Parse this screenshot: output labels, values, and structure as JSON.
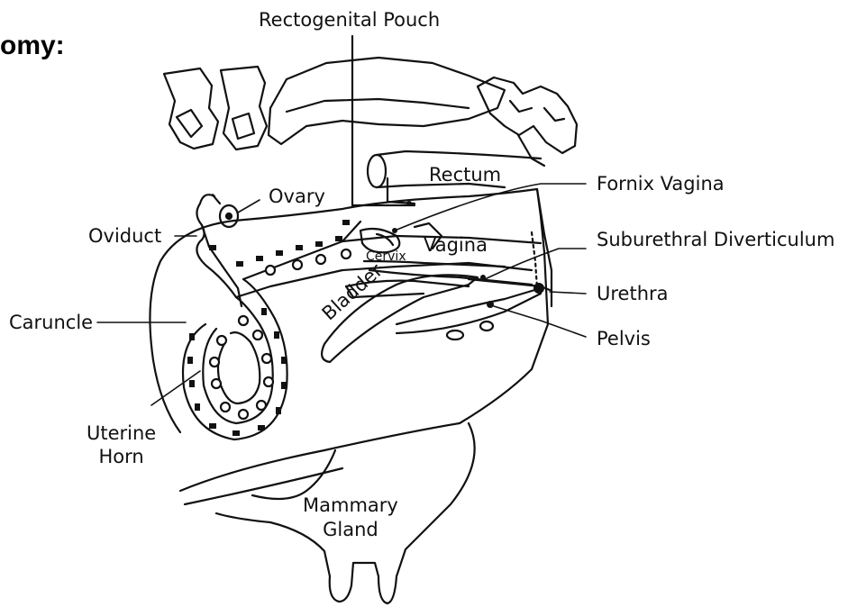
{
  "heading_fragment": "omy:",
  "labels": {
    "rectogenital_pouch": "Rectogenital Pouch",
    "rectum": "Rectum",
    "fornix_vagina": "Fornix Vagina",
    "ovary": "Ovary",
    "oviduct": "Oviduct",
    "vagina": "Vagina",
    "suburethral_diverticulum": "Suburethral Diverticulum",
    "cervix": "Cervix",
    "urethra": "Urethra",
    "caruncle": "Caruncle",
    "bladder": "Bladder",
    "pelvis": "Pelvis",
    "uterine_horn_1": "Uterine",
    "uterine_horn_2": "Horn",
    "mammary_gland_1": "Mammary",
    "mammary_gland_2": "Gland"
  }
}
